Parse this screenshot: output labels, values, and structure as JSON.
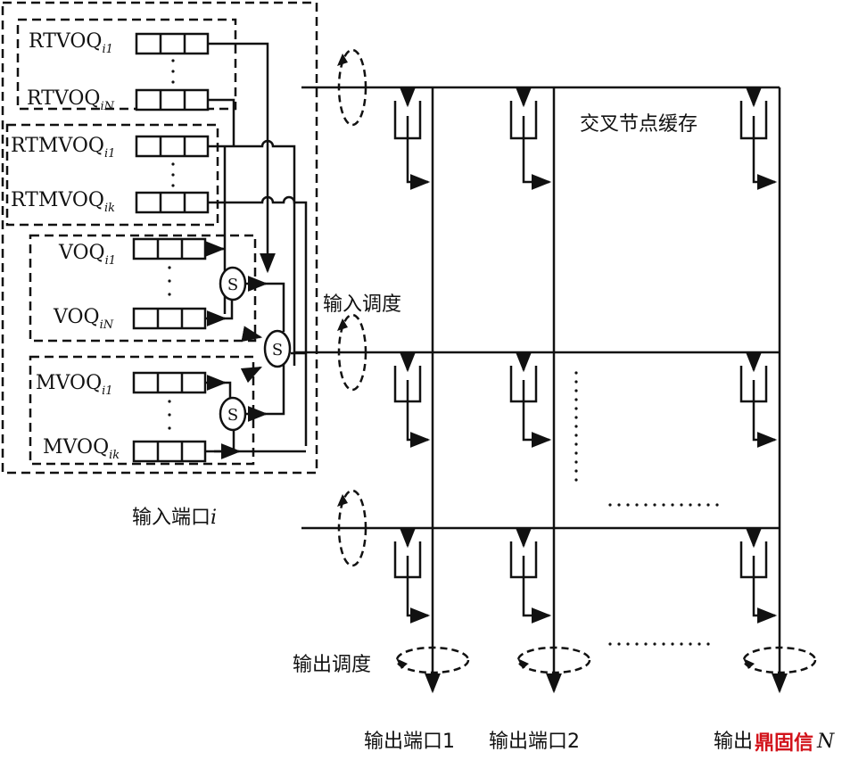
{
  "queues": [
    {
      "id": "rtvoq-1",
      "base": "RTVOQ",
      "sub": "i1"
    },
    {
      "id": "rtvoq-n",
      "base": "RTVOQ",
      "sub": "iN"
    },
    {
      "id": "rtmvoq-1",
      "base": "RTMVOQ",
      "sub": "i1"
    },
    {
      "id": "rtmvoq-k",
      "base": "RTMVOQ",
      "sub": "ik"
    },
    {
      "id": "voq-1",
      "base": "VOQ",
      "sub": "i1"
    },
    {
      "id": "voq-n",
      "base": "VOQ",
      "sub": "iN"
    },
    {
      "id": "mvoq-1",
      "base": "MVOQ",
      "sub": "i1"
    },
    {
      "id": "mvoq-k",
      "base": "MVOQ",
      "sub": "ik"
    }
  ],
  "labels": {
    "scheduler": "S",
    "input_port": "输入端口",
    "input_port_var": "i",
    "input_schedule": "输入调度",
    "output_schedule": "输出调度",
    "crosspoint_buffer": "交叉节点缓存",
    "output_port_1": "输出端口1",
    "output_port_2": "输出端口2",
    "output_port_n": "输出",
    "output_port_n_tail": "N",
    "watermark": "鼎固信"
  }
}
